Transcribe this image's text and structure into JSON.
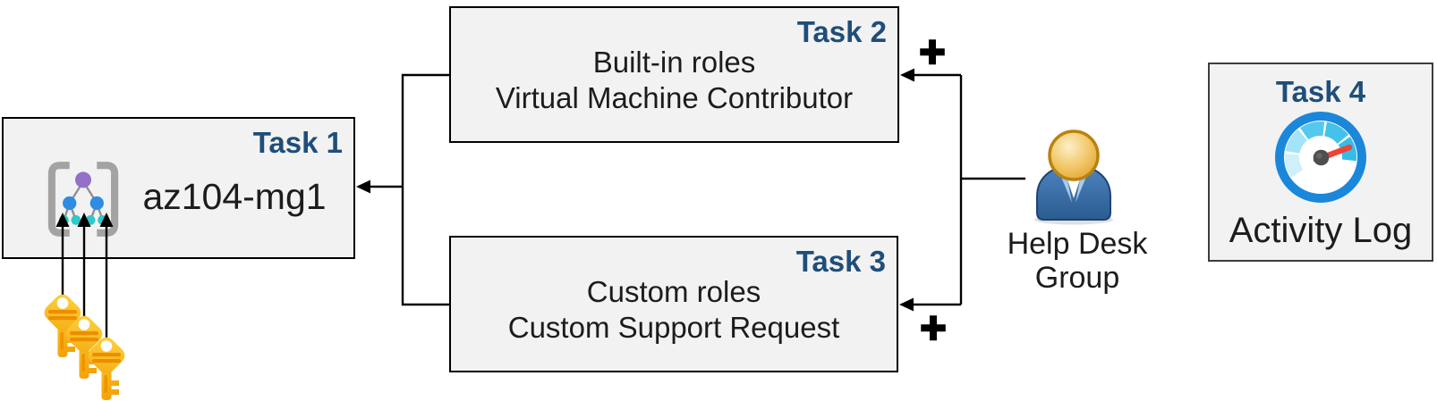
{
  "tasks": {
    "task1": {
      "badge": "Task 1",
      "title": "az104-mg1"
    },
    "task2": {
      "badge": "Task 2",
      "lines": [
        "Built-in roles",
        "Virtual Machine Contributor"
      ]
    },
    "task3": {
      "badge": "Task 3",
      "lines": [
        "Custom roles",
        "Custom Support Request"
      ]
    },
    "task4": {
      "badge": "Task 4",
      "caption": "Activity Log"
    }
  },
  "group": {
    "label_line1": "Help Desk",
    "label_line2": "Group"
  },
  "symbols": {
    "plus_top": "+",
    "plus_bottom": "+"
  },
  "icons": {
    "task1": "management-group-icon",
    "keys": "key-icon-x3",
    "group": "person-icon",
    "task4": "gauge-icon"
  },
  "colors": {
    "badge": "#1F4E79",
    "box_fill": "#F2F2F2",
    "box_border": "#000000",
    "task4_border": "#3D3D3D",
    "key_gold": "#F9B000",
    "key_stripe": "#ED8E00",
    "person_blue": "#3A6EA5",
    "person_head_gold": "#E8A83E",
    "gauge_ring_blue": "#1B87DB",
    "needle_red": "#EF4338",
    "mg_purple": "#9470C9",
    "mg_blue": "#2E8CE4",
    "mg_teal": "#2EC9C9"
  }
}
